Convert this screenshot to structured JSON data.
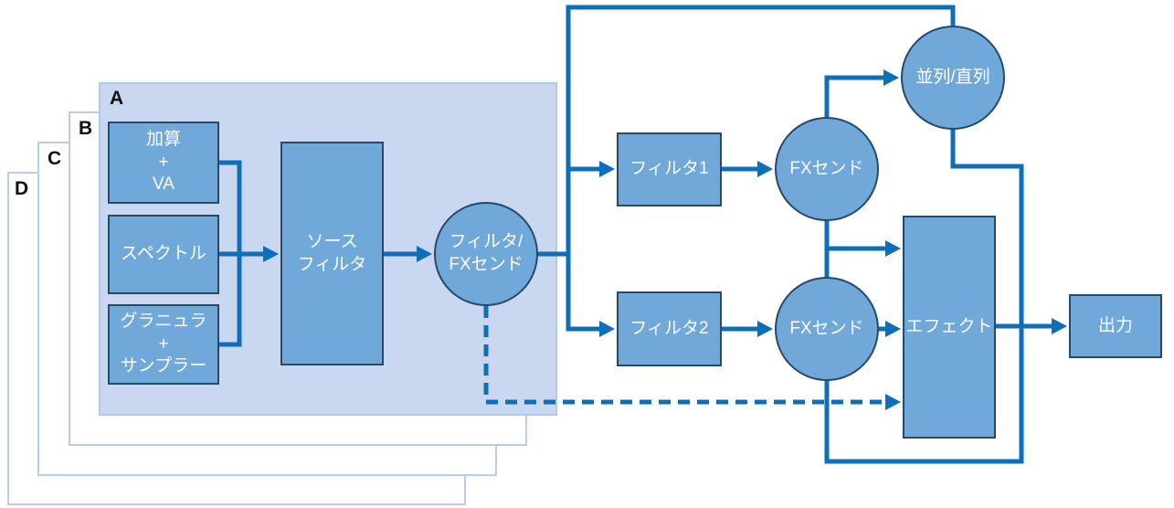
{
  "diagram": {
    "panels": [
      {
        "label": "A"
      },
      {
        "label": "B"
      },
      {
        "label": "C"
      },
      {
        "label": "D"
      }
    ],
    "nodes": {
      "additive": {
        "line1": "加算",
        "line2": "+",
        "line3": "VA"
      },
      "spectral": {
        "label": "スペクトル"
      },
      "granular": {
        "line1": "グラニュラ",
        "line2": "+",
        "line3": "サンプラー"
      },
      "source_filter": {
        "line1": "ソース",
        "line2": "フィルタ"
      },
      "filter_fx_send": {
        "line1": "フィルタ/",
        "line2": "FXセンド"
      },
      "filter1": {
        "label": "フィルタ1"
      },
      "filter2": {
        "label": "フィルタ2"
      },
      "fx_send_1": {
        "label": "FXセンド"
      },
      "fx_send_2": {
        "label": "FXセンド"
      },
      "parallel_serial": {
        "label": "並列/直列"
      },
      "effects": {
        "label": "エフェクト"
      },
      "output": {
        "label": "出力"
      }
    },
    "edges": [
      {
        "from": "加算+VA",
        "to": "ソースフィルタ",
        "style": "solid"
      },
      {
        "from": "スペクトル",
        "to": "ソースフィルタ",
        "style": "solid"
      },
      {
        "from": "グラニュラ+サンプラー",
        "to": "ソースフィルタ",
        "style": "solid"
      },
      {
        "from": "ソースフィルタ",
        "to": "フィルタ/FXセンド",
        "style": "solid"
      },
      {
        "from": "フィルタ/FXセンド",
        "to": "フィルタ1",
        "style": "solid"
      },
      {
        "from": "フィルタ/FXセンド",
        "to": "フィルタ2",
        "style": "solid"
      },
      {
        "from": "フィルタ/FXセンド",
        "to": "並列/直列",
        "style": "solid"
      },
      {
        "from": "フィルタ1",
        "to": "FXセンド",
        "style": "solid"
      },
      {
        "from": "フィルタ2",
        "to": "FXセンド",
        "style": "solid"
      },
      {
        "from": "FXセンド",
        "to": "並列/直列",
        "style": "solid"
      },
      {
        "from": "FXセンド",
        "to": "エフェクト",
        "style": "solid"
      },
      {
        "from": "並列/直列",
        "to": "FXセンド",
        "style": "solid"
      },
      {
        "from": "フィルタ/FXセンド",
        "to": "エフェクト",
        "style": "dashed"
      },
      {
        "from": "エフェクト",
        "to": "出力",
        "style": "solid"
      }
    ],
    "colors": {
      "line": "#0e6eb8",
      "node_fill": "#6fa8d9",
      "node_border": "#254a6b",
      "node_text": "#ffffff",
      "panel_a_fill": "#c9d8f0",
      "panel_border": "#b7cdea",
      "label_color": "#111111"
    }
  }
}
